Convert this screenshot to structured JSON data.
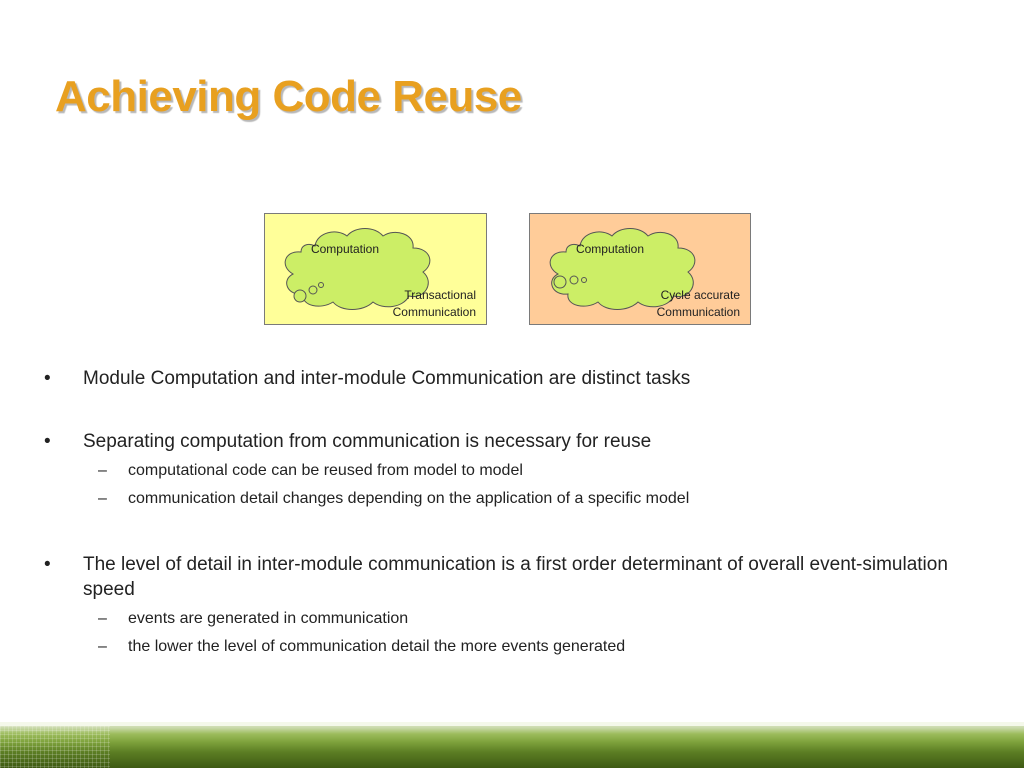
{
  "slide": {
    "title": "Achieving Code Reuse"
  },
  "diagram": {
    "left_box": {
      "cloud_text": "Computation",
      "label_line1": "Transactional",
      "label_line2": "Communication",
      "color": "#FFFF99"
    },
    "right_box": {
      "cloud_text": "Computation",
      "label_line1": "Cycle accurate",
      "label_line2": "Communication",
      "color": "#FFCC99"
    },
    "cloud_color": "#CCEE66"
  },
  "bullets": [
    {
      "marker": "•",
      "text": "Module Computation and inter-module Communication are distinct tasks"
    },
    {
      "marker": "•",
      "text": "Separating computation from communication is necessary for reuse",
      "sub": [
        {
          "marker": "–",
          "text": "computational code can be reused from model to model"
        },
        {
          "marker": "–",
          "text": "communication detail changes depending on the application of a specific model"
        }
      ]
    },
    {
      "marker": "•",
      "text": "The level of detail in inter-module communication is a first order determinant of overall event-simulation speed",
      "sub": [
        {
          "marker": "–",
          "text": "events are generated in communication"
        },
        {
          "marker": "–",
          "text": "the lower the level of communication detail the more events generated"
        }
      ]
    }
  ],
  "theme": {
    "title_color": "#E8A020",
    "footer_color": "#6B8E23"
  }
}
